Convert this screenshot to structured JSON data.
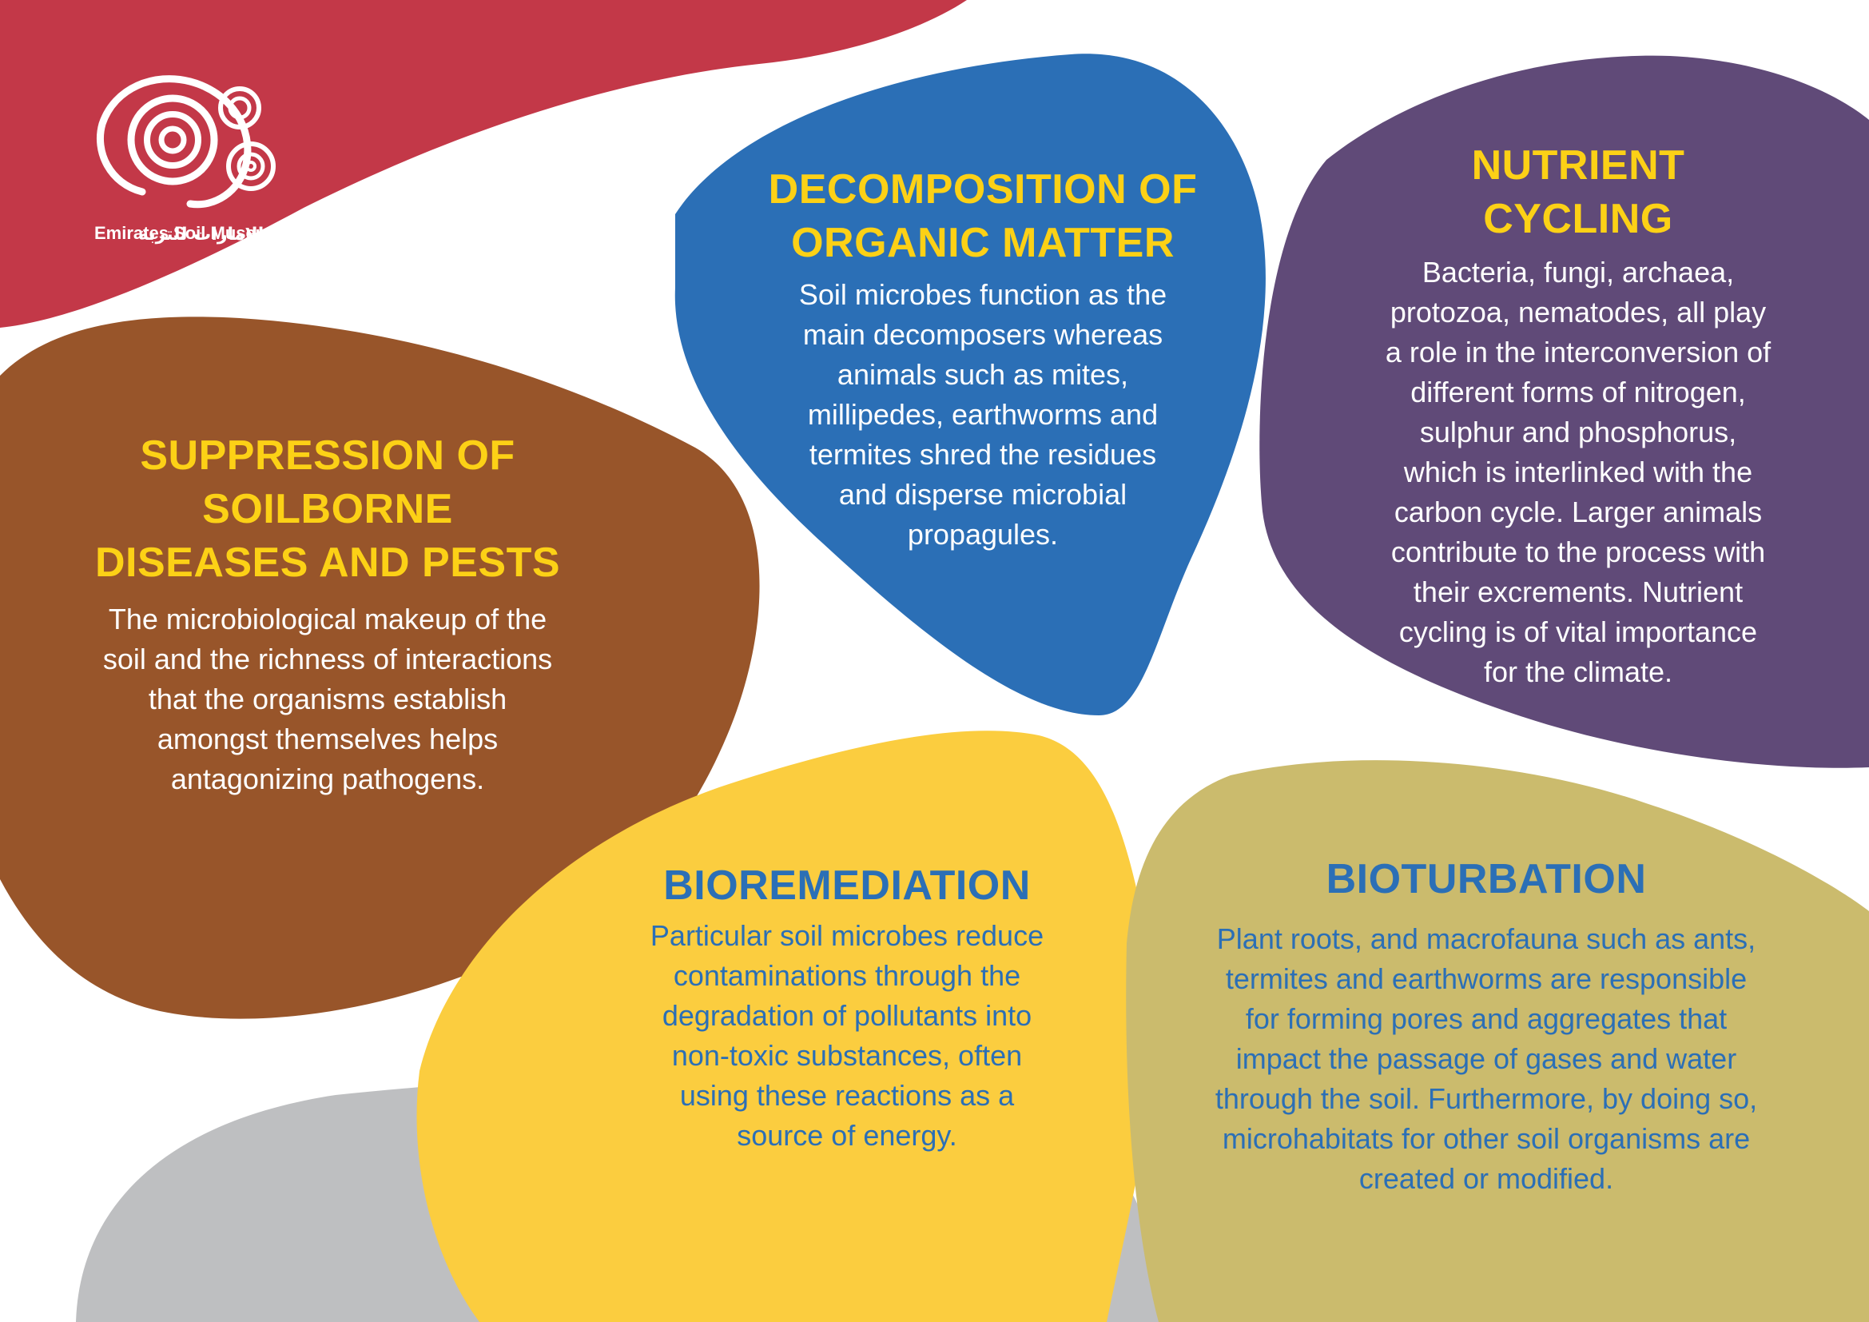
{
  "colors": {
    "red": "#c33848",
    "brown": "#98552a",
    "blue": "#2b6fb6",
    "purple": "#604a78",
    "yellow": "#fbcd3f",
    "olive": "#cbbb6d",
    "grey": "#bebfc1",
    "heading_yellow": "#fcd116",
    "heading_blue": "#2b6fb6"
  },
  "logo": {
    "icon": "emirates-soil-museum-swirl-logo",
    "arabic_name": "متحف الإمارات للتربة",
    "english_name": "Emirates Soil Museum"
  },
  "sections": {
    "decomposition": {
      "title": [
        "DECOMPOSITION OF",
        "ORGANIC MATTER"
      ],
      "body": [
        "Soil microbes function as the",
        "main decomposers whereas",
        "animals such as mites,",
        "millipedes, earthworms and",
        "termites shred the residues",
        "and disperse microbial",
        "propagules."
      ]
    },
    "nutrient_cycling": {
      "title": [
        "NUTRIENT",
        "CYCLING"
      ],
      "body": [
        "Bacteria, fungi, archaea,",
        "protozoa, nematodes, all play",
        "a role in the interconversion of",
        "different forms of nitrogen,",
        "sulphur and phosphorus,",
        "which is interlinked with the",
        "carbon cycle. Larger animals",
        "contribute to the process with",
        "their excrements. Nutrient",
        "cycling is of vital importance",
        "for the climate."
      ]
    },
    "suppression": {
      "title": [
        "SUPPRESSION OF",
        "SOILBORNE",
        "DISEASES AND PESTS"
      ],
      "body": [
        "The microbiological makeup of the",
        "soil and the richness of interactions",
        "that the organisms establish",
        "amongst themselves helps",
        "antagonizing pathogens."
      ]
    },
    "bioremediation": {
      "title": [
        "BIOREMEDIATION"
      ],
      "body": [
        "Particular soil microbes reduce",
        "contaminations through the",
        "degradation of pollutants into",
        "non-toxic substances, often",
        "using these reactions as a",
        "source of energy."
      ]
    },
    "bioturbation": {
      "title": [
        "BIOTURBATION"
      ],
      "body": [
        "Plant roots, and macrofauna such as ants,",
        "termites and earthworms are responsible",
        "for forming pores and aggregates that",
        "impact the passage of gases and water",
        "through the soil. Furthermore, by doing so,",
        "microhabitats for other soil organisms are",
        "created or modified."
      ]
    }
  }
}
